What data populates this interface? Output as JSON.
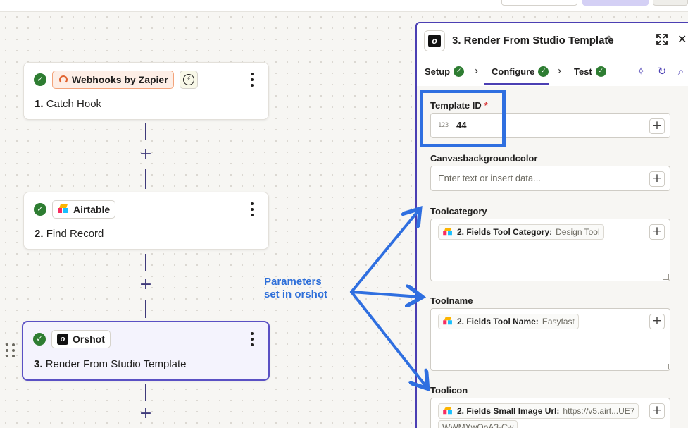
{
  "canvas": {
    "steps": [
      {
        "app": "Webhooks by Zapier",
        "number": "1.",
        "title": "Catch Hook"
      },
      {
        "app": "Airtable",
        "number": "2.",
        "title": "Find Record"
      },
      {
        "app": "Orshot",
        "number": "3.",
        "title": "Render From Studio Template"
      }
    ],
    "annotation": {
      "line1": "Parameters",
      "line2": "set in orshot"
    }
  },
  "panel": {
    "title": "3. Render From Studio Template",
    "tabs": [
      {
        "label": "Setup"
      },
      {
        "label": "Configure"
      },
      {
        "label": "Test"
      }
    ],
    "fields": {
      "template_id": {
        "label": "Template ID",
        "required_mark": "*",
        "type_badge": "123",
        "value": "44"
      },
      "canvas_bg": {
        "label": "Canvasbackgroundcolor",
        "placeholder": "Enter text or insert data..."
      },
      "toolcategory": {
        "label": "Toolcategory",
        "pill_key": "2. Fields Tool Category:",
        "pill_value": "Design Tool"
      },
      "toolname": {
        "label": "Toolname",
        "pill_key": "2. Fields Tool Name:",
        "pill_value": "Easyfast"
      },
      "toolicon": {
        "label": "Toolicon",
        "pill_key": "2. Fields Small Image Url:",
        "pill_value": "https://v5.airt...UE7",
        "pill_value_cont": "WWMXwOpA3-Cw"
      }
    }
  },
  "colors": {
    "accent": "#4b3fb3",
    "annotation_blue": "#2f6fe0",
    "success": "#2e7d32"
  }
}
